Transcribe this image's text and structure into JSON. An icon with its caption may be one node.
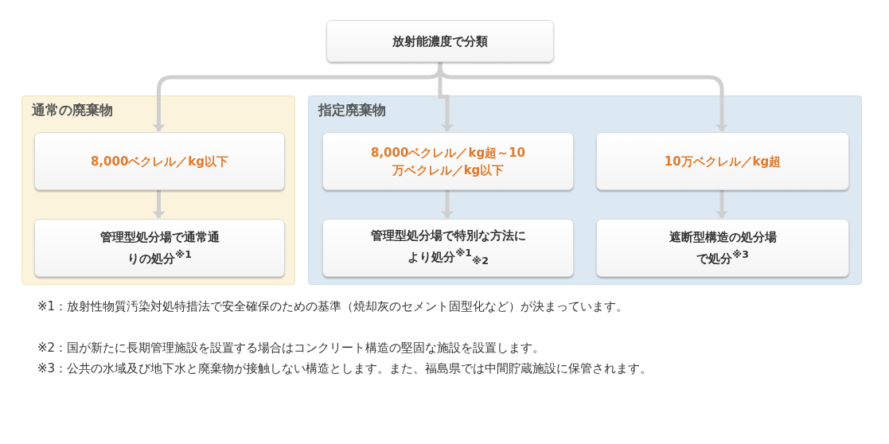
{
  "diagram": {
    "nodes": [
      {
        "text": [
          "放射能濃度で分類"
        ]
      },
      {
        "text": [
          "通常の廃棄物"
        ]
      },
      {
        "text": [
          "8,000ベクレル／kg以下"
        ],
        "in": 1
      },
      {
        "text": [
          "管理型処分場で通常通りの処分$^{※1}$"
        ],
        "in": 1
      },
      {
        "text": [
          "指定廃棄物"
        ]
      },
      {
        "text": [
          "8,000ベクレル／kg超～10万ベクレル／kg以下"
        ],
        "in": 4
      },
      {
        "text": [
          "10万ベクレル／kg超"
        ],
        "in": 4
      },
      {
        "text": [
          "管理型処分場で特別な方法により処分$^{※1}$$_{※2}$"
        ],
        "in": 4
      },
      {
        "text": [
          "遮断型構造の処分場で処分$^{※3}$"
        ],
        "in": 4
      }
    ],
    "edges": [
      {
        "from": 0,
        "to": 2,
        "arrow": "to"
      },
      {
        "from": 0,
        "to": 5,
        "arrow": "to"
      },
      {
        "from": 0,
        "to": 6,
        "arrow": "to"
      },
      {
        "from": 2,
        "to": 3,
        "arrow": "to"
      },
      {
        "from": 5,
        "to": 7,
        "arrow": "to"
      },
      {
        "from": 6,
        "to": 8,
        "arrow": "to"
      }
    ],
    "labels": [
      "※1：放射性物質汚染対処特措法で安全確保のための基準（焼却灰のセメント固型化など）が決まっています。",
      "※2：国が新たに長期管理施設を設置する場合はコンクリート構造の堅固な施設を設置します。",
      "※3：公共の水域及び地下水と廃棄物が接触しない構造とします。また、福島県では中間貯蔵施設に保管されます。"
    ]
  }
}
